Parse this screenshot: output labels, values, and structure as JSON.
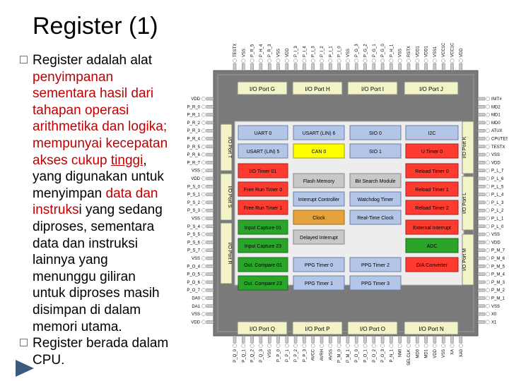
{
  "slide": {
    "title": "Register (1)",
    "bullet1": {
      "t1": "Register adalah alat",
      "t2": "penyimpanan",
      "t3": "sementara hasil dari",
      "t4": "tahapan operasi",
      "t5": "arithmetika dan logika;",
      "t6": "mempunyai kecepatan",
      "t7a": "akses cukup ",
      "t7b": "tinggi",
      "t7c": ",",
      "t8": "yang digunakan untuk",
      "t9a": "menyimpan ",
      "t9b": "data dan",
      "t10a": "instruks",
      "t10b": "i yang sedang",
      "t11": "diproses, sementara",
      "t12": "data dan instruksi",
      "t13": "lainnya yang",
      "t14": "menunggu giliran",
      "t15": "untuk diproses masih",
      "t16": "disimpan di dalam",
      "t17": "memori utama."
    },
    "bullet2": {
      "t1": "Register berada dalam",
      "t2": "CPU."
    }
  },
  "chip": {
    "top_pins": [
      "TESTX",
      "VSS",
      "P_R_5",
      "P_H_4",
      "P_R_3",
      "VSS",
      "VDD",
      "P_I_3",
      "P_I_4",
      "P_I_3",
      "P_I_2",
      "P_I_1",
      "P_I_0",
      "VSS",
      "P_G_3",
      "P_G_2",
      "P_G_1",
      "P_G_0",
      "P_H_1",
      "VSS",
      "RSTX",
      "VDD1",
      "VDD1",
      "VSS1",
      "VCC1C",
      "VCC1C",
      "VDD"
    ],
    "bottom_pins": [
      "P_Q_0",
      "P_Q_1",
      "P_Q_2",
      "P_Q_3",
      "VSS",
      "P_P_0",
      "P_P_1",
      "P_P_2",
      "P_P_3",
      "AVCC",
      "AVRH",
      "AVSS",
      "P_M_0",
      "P_M_1",
      "P_O_0",
      "P_O_1",
      "P_O_2",
      "P_O_3",
      "P_N_1",
      "NMI",
      "SELCLK",
      "MD0",
      "MD1",
      "VDD",
      "VSS",
      "XA",
      "XA0"
    ],
    "left_pins": [
      "VDD",
      "P_R_0",
      "P_R_1",
      "P_R_2",
      "P_R_3",
      "P_R_4",
      "P_R_5",
      "P_R_6",
      "P_R_7",
      "VSS",
      "VDD",
      "P_S_0",
      "P_S_1",
      "P_S_2",
      "P_S_3",
      "VSS",
      "P_S_4",
      "P_S_5",
      "P_S_6",
      "P_S_7",
      "VSS",
      "P_O_4",
      "P_O_5",
      "P_O_6",
      "P_O_7",
      "DA0",
      "DA1",
      "VSS",
      "VDD"
    ],
    "right_pins": [
      "INIT#",
      "MD2",
      "MD1",
      "MD0",
      "ATUX",
      "CPUTES",
      "TESTX",
      "VSS",
      "VDD",
      "P_L_7",
      "P_L_6",
      "P_L_5",
      "P_L_4",
      "P_L_3",
      "P_L_2",
      "P_L_1",
      "P_L_0",
      "VSS",
      "VDD",
      "P_M_7",
      "P_M_6",
      "P_M_5",
      "P_M_4",
      "P_M_3",
      "P_M_2",
      "P_M_1",
      "VSS",
      "X0",
      "X1"
    ],
    "ports": {
      "g": "I/O Port G",
      "h": "I/O Port H",
      "i": "I/O Port I",
      "j": "I/O Port J",
      "q": "I/O Port Q",
      "p": "I/O Port P",
      "o": "I/O Port O",
      "n": "I/O Port N",
      "t": "I/O Port T",
      "s": "I/O Port S",
      "r": "I/O Port R",
      "k": "I/O Port K",
      "l": "I/O Port L",
      "m": "I/O Port M"
    },
    "blocks": {
      "uart0": "UART 0",
      "usart6": "USART (LIN) 6",
      "sio0": "SIO 0",
      "i2c": "I2C",
      "usart5": "USART (LIN) 5",
      "can0": "CAN 0",
      "sio1": "SIO 1",
      "utimer0": "U Timer 0",
      "iotimer01": "I/O Timer 01",
      "reloadtimer0": "Reload Timer 0",
      "freerun0": "Free Run Timer 0",
      "flash": "Flash Memory",
      "bitsearch": "Bit Search Module",
      "reloadtimer1": "Reload Timer 1",
      "freerun1": "Free Run Timer 1",
      "intctrl": "Interrupt Controller",
      "watchdog": "Watchdog Timer",
      "reloadtimer2": "Reload Timer 2",
      "clock": "Clock",
      "rtc": "Real-Time Clock",
      "extint": "External Interrupt",
      "inputcap01": "Input Capture 01",
      "delayint": "Delayed Interrupt",
      "adc": "ADC",
      "inputcap23": "Input Capture 23",
      "outcmp01": "Out. Compare 01",
      "ppg0": "PPG Timer 0",
      "ppg2": "PPG Timer 2",
      "dac": "D/A Converter",
      "outcmp23": "Out. Compare 23",
      "ppg1": "PPG Timer 1",
      "ppg3": "PPG Timer 3"
    }
  },
  "colors": {
    "chip_body": "#7a7a7a",
    "panel": "#ededed",
    "port_yellow": "#f3f3c8",
    "blue_block": "#b4c6e7",
    "yellow_block": "#ffff00",
    "red_block": "#ff3b30",
    "green_block": "#2aa52a",
    "orange_block": "#e6a23c",
    "gray_block": "#c8c8c8",
    "text_red": "#c00000"
  }
}
